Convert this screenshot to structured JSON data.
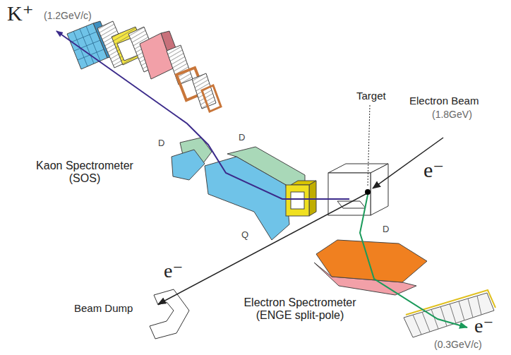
{
  "diagram": {
    "labels": [
      "K⁺",
      "(1.2GeV/c)",
      "Target",
      "Electron Beam",
      "(1.8GeV)",
      "e⁻",
      "D",
      "D",
      "Kaon Spectrometer (SOS)",
      "Q",
      "e⁻",
      "D",
      "Beam Dump",
      "Electron Spectrometer (ENGE split-pole)",
      "e⁻",
      "(0.3GeV/c)"
    ]
  }
}
